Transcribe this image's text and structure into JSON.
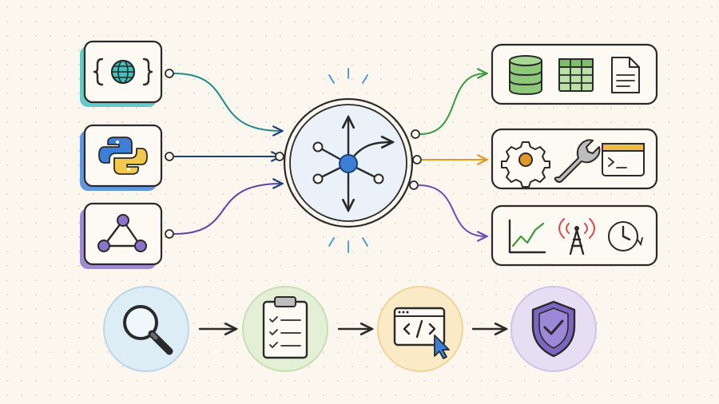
{
  "colors": {
    "teal": "#3fc1c0",
    "blue": "#3c7fd8",
    "purple": "#8a73c9",
    "green": "#3d9a3d",
    "orange": "#e39a24",
    "violet": "#6a4fb5",
    "hub_fill": "#eaf1f8",
    "step_blue": "#dcedf6",
    "step_green": "#e3f0d6",
    "step_yellow": "#fbeac6",
    "step_purple": "#e6def3"
  },
  "inputs": [
    {
      "id": "api",
      "icon": "curly-braces-globe-icon",
      "accent": "teal"
    },
    {
      "id": "python",
      "icon": "python-logo-icon",
      "accent": "blue"
    },
    {
      "id": "graph",
      "icon": "triangle-graph-icon",
      "accent": "purple"
    }
  ],
  "outputs": [
    {
      "id": "data",
      "icons": [
        "database-icon",
        "spreadsheet-icon",
        "document-icon"
      ],
      "connector": "green"
    },
    {
      "id": "tools",
      "icons": [
        "gear-icon",
        "wrench-icon",
        "terminal-window-icon"
      ],
      "connector": "orange"
    },
    {
      "id": "monitoring",
      "icons": [
        "line-chart-icon",
        "signal-tower-icon",
        "clock-icon"
      ],
      "connector": "violet"
    }
  ],
  "hub": {
    "icon": "network-hub-icon"
  },
  "steps": [
    {
      "id": "search",
      "icon": "magnifier-icon",
      "bg": "step_blue"
    },
    {
      "id": "checklist",
      "icon": "clipboard-checklist-icon",
      "bg": "step_green"
    },
    {
      "id": "code",
      "icon": "code-window-cursor-icon",
      "bg": "step_yellow"
    },
    {
      "id": "secure",
      "icon": "shield-check-icon",
      "bg": "step_purple"
    }
  ]
}
